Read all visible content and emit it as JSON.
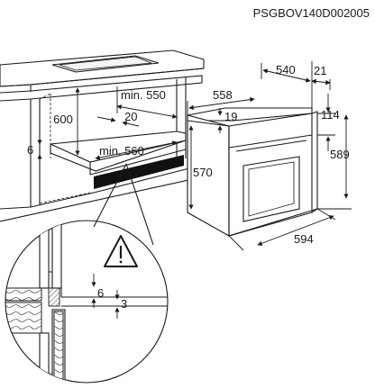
{
  "doc_code": "PSGBOV140D002005",
  "dimensions": {
    "cabinet_opening_width": "min. 550",
    "cabinet_depth": "min. 560",
    "cabinet_height": "600",
    "rear_gap": "20",
    "bottom_gap": "6",
    "oven_width": "594",
    "oven_depth_body": "540",
    "oven_front_thickness": "21",
    "oven_depth_total": "558",
    "oven_front_height": "589",
    "oven_body_height": "570",
    "front_step": "19",
    "front_top": "114",
    "detail_gap": "6",
    "detail_offset": "3"
  },
  "warning_symbol": "warning-triangle-icon"
}
